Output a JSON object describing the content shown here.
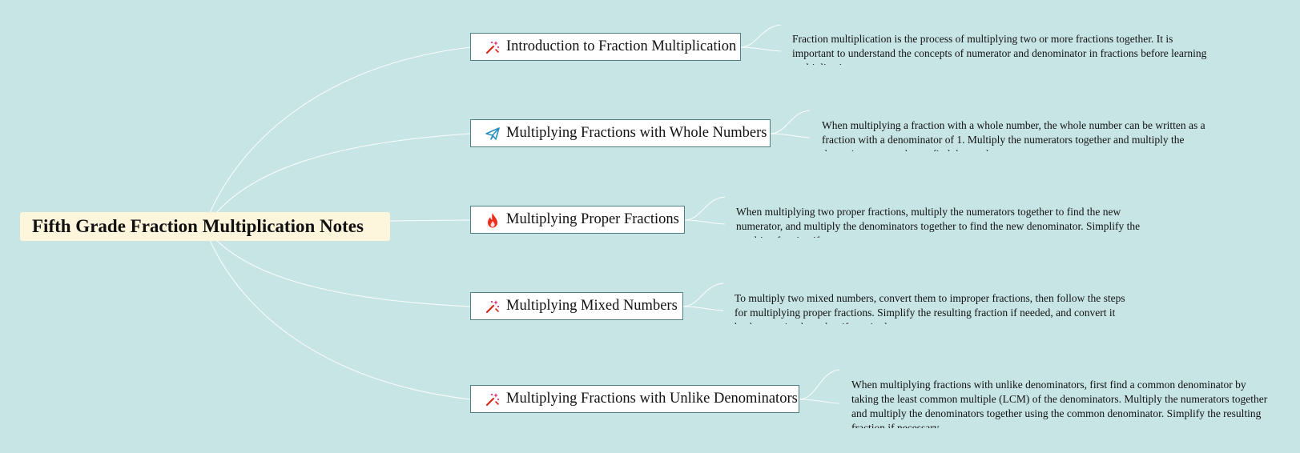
{
  "mindmap": {
    "root": {
      "title": "Fifth Grade Fraction Multiplication Notes"
    },
    "topics": [
      {
        "label": "Introduction to Fraction Multiplication",
        "icon": "magic-wand-icon",
        "note": "Fraction multiplication is the process of multiplying two or more fractions together. It is important to understand the concepts of numerator and denominator in fractions before learning multiplication."
      },
      {
        "label": "Multiplying Fractions with Whole Numbers",
        "icon": "paper-plane-icon",
        "note": "When multiplying a fraction with a whole number, the whole number can be written as a fraction with a denominator of 1. Multiply the numerators together and multiply the denominators together to find the product."
      },
      {
        "label": "Multiplying Proper Fractions",
        "icon": "flame-icon",
        "note": "When multiplying two proper fractions, multiply the numerators together to find the new numerator, and multiply the denominators together to find the new denominator. Simplify the resulting fraction if necessary."
      },
      {
        "label": "Multiplying Mixed Numbers",
        "icon": "magic-wand-icon",
        "note": "To multiply two mixed numbers, convert them to improper fractions, then follow the steps for multiplying proper fractions. Simplify the resulting fraction if needed, and convert it back to a mixed number if required."
      },
      {
        "label": "Multiplying Fractions with Unlike Denominators",
        "icon": "magic-wand-icon",
        "note": "When multiplying fractions with unlike denominators, first find a common denominator by taking the least common multiple (LCM) of the denominators. Multiply the numerators together and multiply the denominators together using the common denominator. Simplify the resulting fraction if necessary."
      }
    ]
  },
  "colors": {
    "background": "#c8e5e6",
    "root_fill": "#fdf5dc",
    "topic_border": "#4f7f80",
    "connector": "#ffffff",
    "wand_handle": "#d9261c",
    "wand_sparkle": "#e0307a",
    "plane": "#2b8fbf",
    "flame": "#ee2d1f"
  }
}
